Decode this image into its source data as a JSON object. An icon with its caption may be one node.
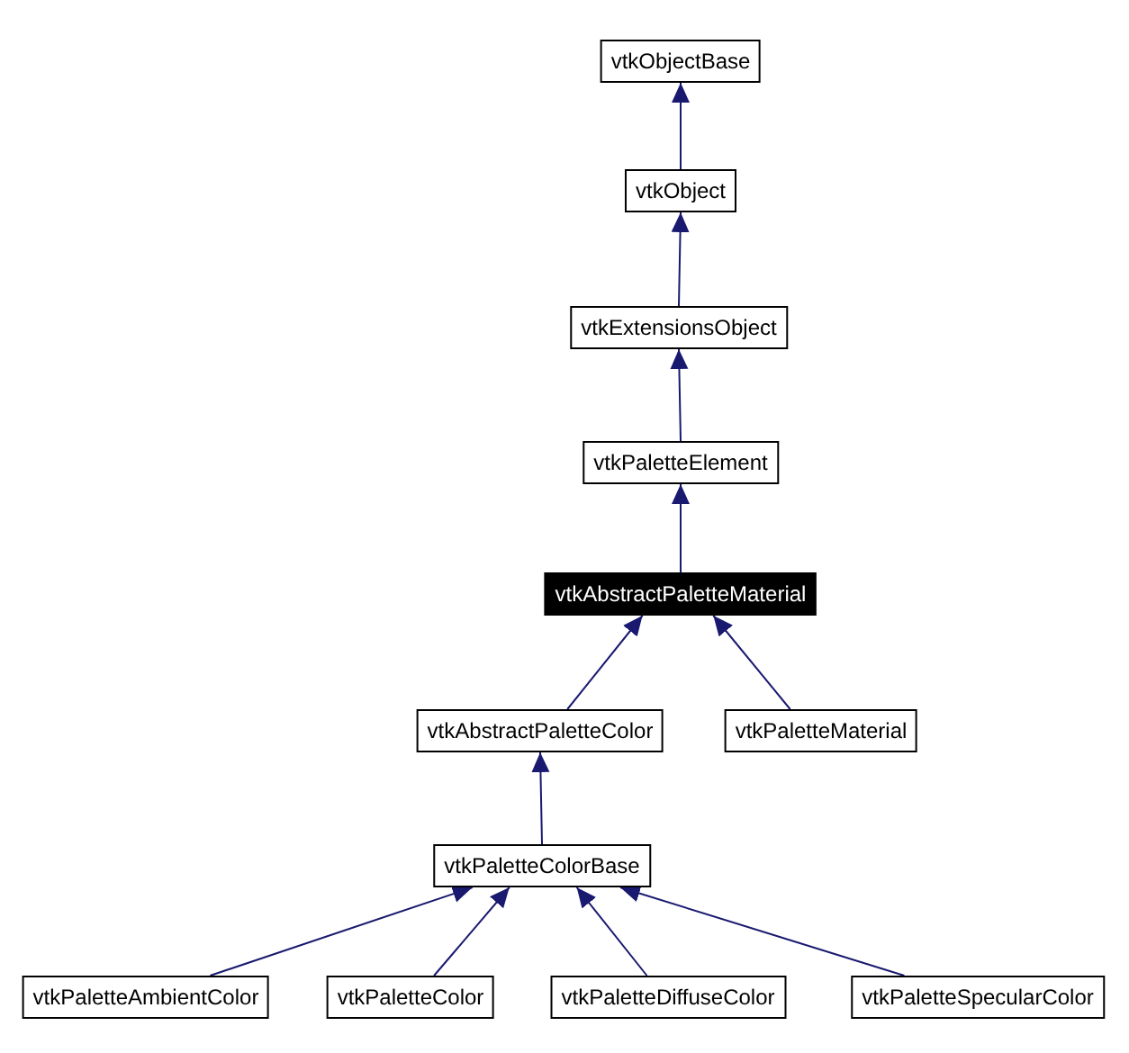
{
  "diagram": {
    "nodes": [
      {
        "text": [
          "vtkObjectBase"
        ]
      },
      {
        "text": [
          "vtkObject"
        ]
      },
      {
        "text": [
          "vtkExtensionsObject"
        ]
      },
      {
        "text": [
          "vtkPaletteElement"
        ]
      },
      {
        "text": [
          "vtkAbstractPaletteMaterial"
        ]
      },
      {
        "text": [
          "vtkAbstractPaletteColor"
        ]
      },
      {
        "text": [
          "vtkPaletteMaterial"
        ]
      },
      {
        "text": [
          "vtkPaletteColorBase"
        ]
      },
      {
        "text": [
          "vtkPaletteAmbientColor"
        ]
      },
      {
        "text": [
          "vtkPaletteColor"
        ]
      },
      {
        "text": [
          "vtkPaletteDiffuseColor"
        ]
      },
      {
        "text": [
          "vtkPaletteSpecularColor"
        ]
      }
    ],
    "edges": [
      {
        "from": 1,
        "to": 0,
        "arrow": "to"
      },
      {
        "from": 2,
        "to": 1,
        "arrow": "to"
      },
      {
        "from": 3,
        "to": 2,
        "arrow": "to"
      },
      {
        "from": 4,
        "to": 3,
        "arrow": "to"
      },
      {
        "from": 5,
        "to": 4,
        "arrow": "to"
      },
      {
        "from": 6,
        "to": 4,
        "arrow": "to"
      },
      {
        "from": 7,
        "to": 5,
        "arrow": "to"
      },
      {
        "from": 8,
        "to": 7,
        "arrow": "to"
      },
      {
        "from": 9,
        "to": 7,
        "arrow": "to"
      },
      {
        "from": 10,
        "to": 7,
        "arrow": "to"
      },
      {
        "from": 11,
        "to": 7,
        "arrow": "to"
      }
    ]
  }
}
